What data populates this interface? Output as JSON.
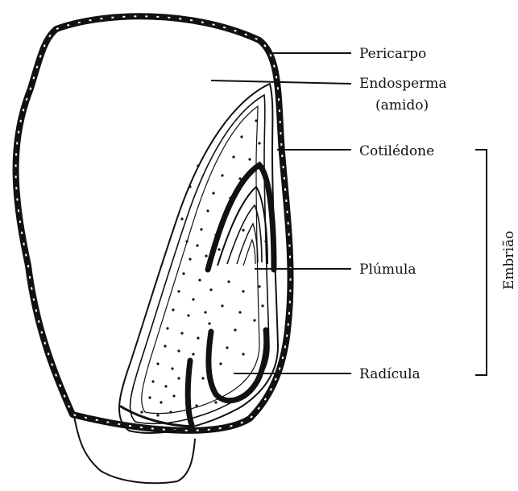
{
  "labels": {
    "pericarp": "Pericarpo",
    "endosperm_line1": "Endosperma",
    "endosperm_line2": "(amido)",
    "cotyledon": "Cotilédone",
    "plumule": "Plúmula",
    "radicle": "Radícula",
    "embryo": "Embrião"
  },
  "colors": {
    "ink": "#111111",
    "paper": "#ffffff"
  }
}
